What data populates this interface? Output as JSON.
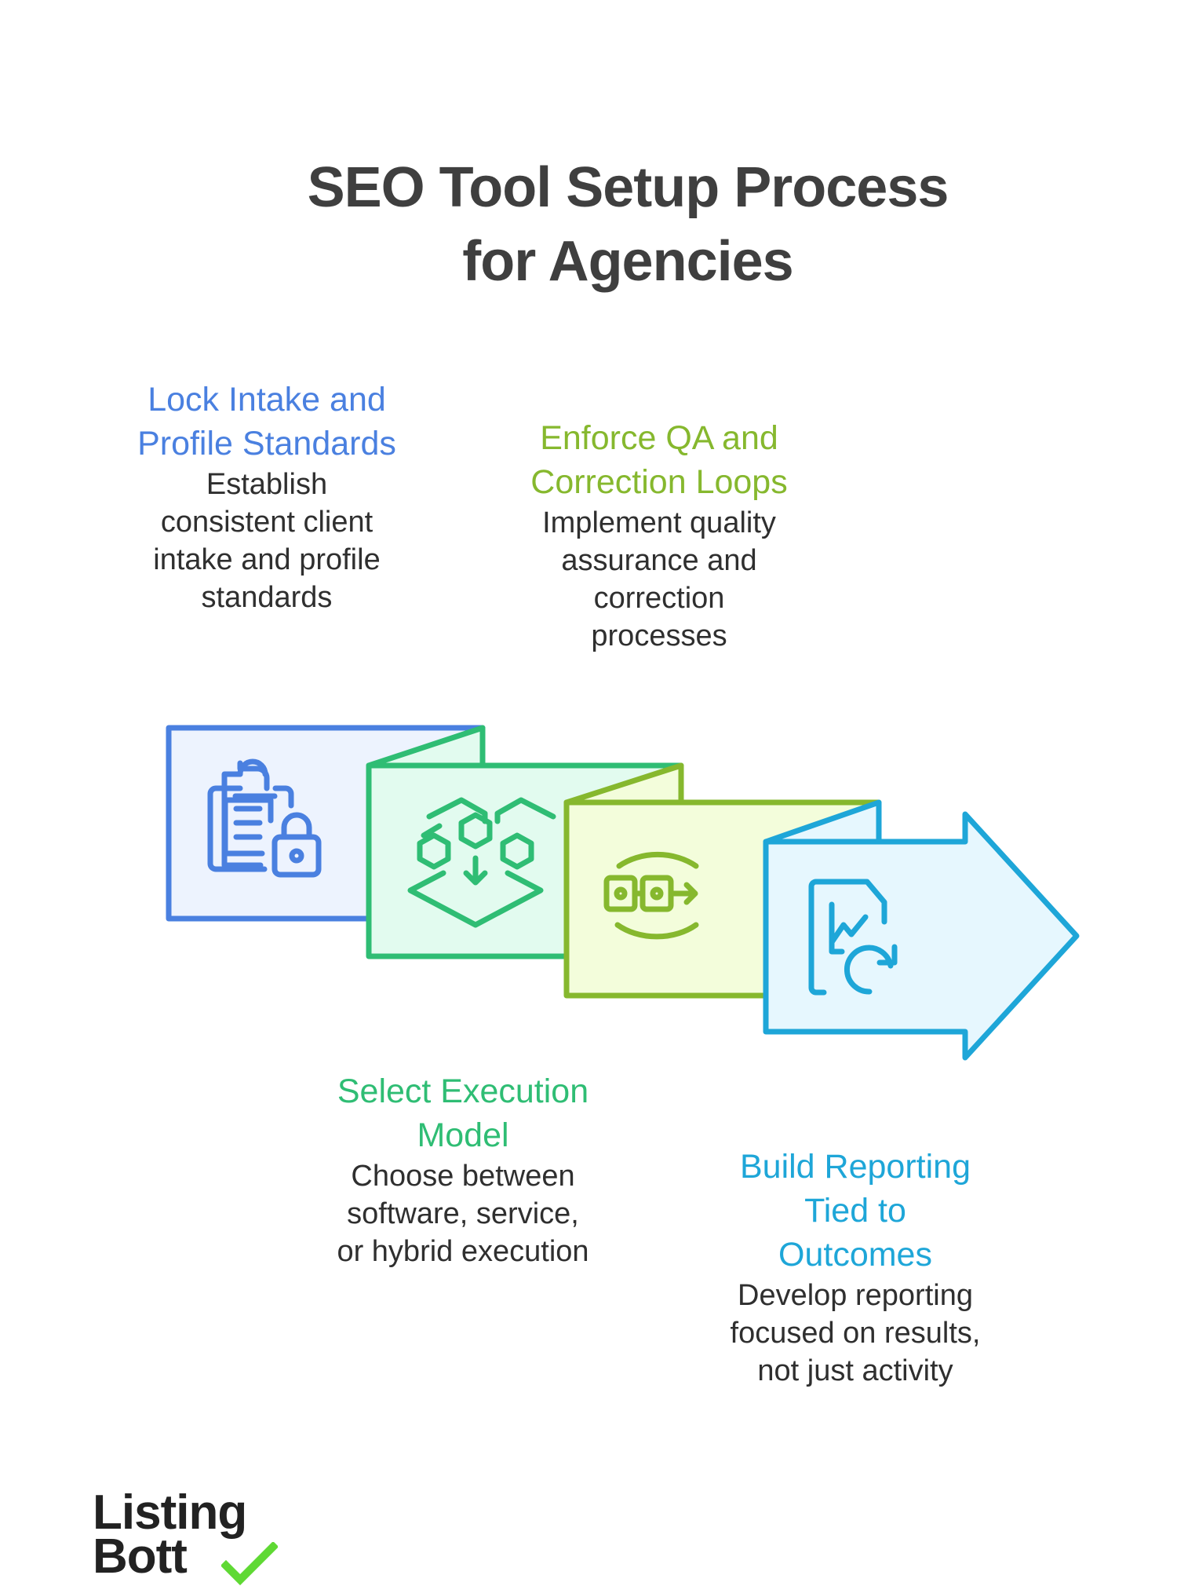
{
  "title": {
    "line1": "SEO Tool Setup Process",
    "line2": "for Agencies",
    "color": "#3f3f3f"
  },
  "steps": [
    {
      "id": 1,
      "heading_lines": [
        "Lock Intake and",
        "Profile Standards"
      ],
      "description_lines": [
        "Establish",
        "consistent client",
        "intake and profile",
        "standards"
      ],
      "color": "#4a80e0",
      "fill": "#edf3fe",
      "icon": "clipboard-lock-icon",
      "position": "top"
    },
    {
      "id": 2,
      "heading_lines": [
        "Select Execution",
        "Model"
      ],
      "description_lines": [
        "Choose between",
        "software, service,",
        "or hybrid execution"
      ],
      "color": "#2fbd74",
      "fill": "#e2fbef",
      "icon": "hexagon-network-download-icon",
      "position": "bottom"
    },
    {
      "id": 3,
      "heading_lines": [
        "Enforce QA and",
        "Correction Loops"
      ],
      "description_lines": [
        "Implement quality",
        "assurance and",
        "correction",
        "processes"
      ],
      "color": "#86b82e",
      "fill": "#f3fddb",
      "icon": "review-cycle-icon",
      "position": "top"
    },
    {
      "id": 4,
      "heading_lines": [
        "Build Reporting",
        "Tied to",
        "Outcomes"
      ],
      "description_lines": [
        "Develop reporting",
        "focused on results,",
        "not just activity"
      ],
      "color": "#1ea6d8",
      "fill": "#e6f7fe",
      "icon": "report-chart-refresh-icon",
      "position": "bottom"
    }
  ],
  "logo": {
    "line1": "Listing",
    "line2": "Bott",
    "check_color": "#5fd934",
    "text_color": "#222222"
  }
}
